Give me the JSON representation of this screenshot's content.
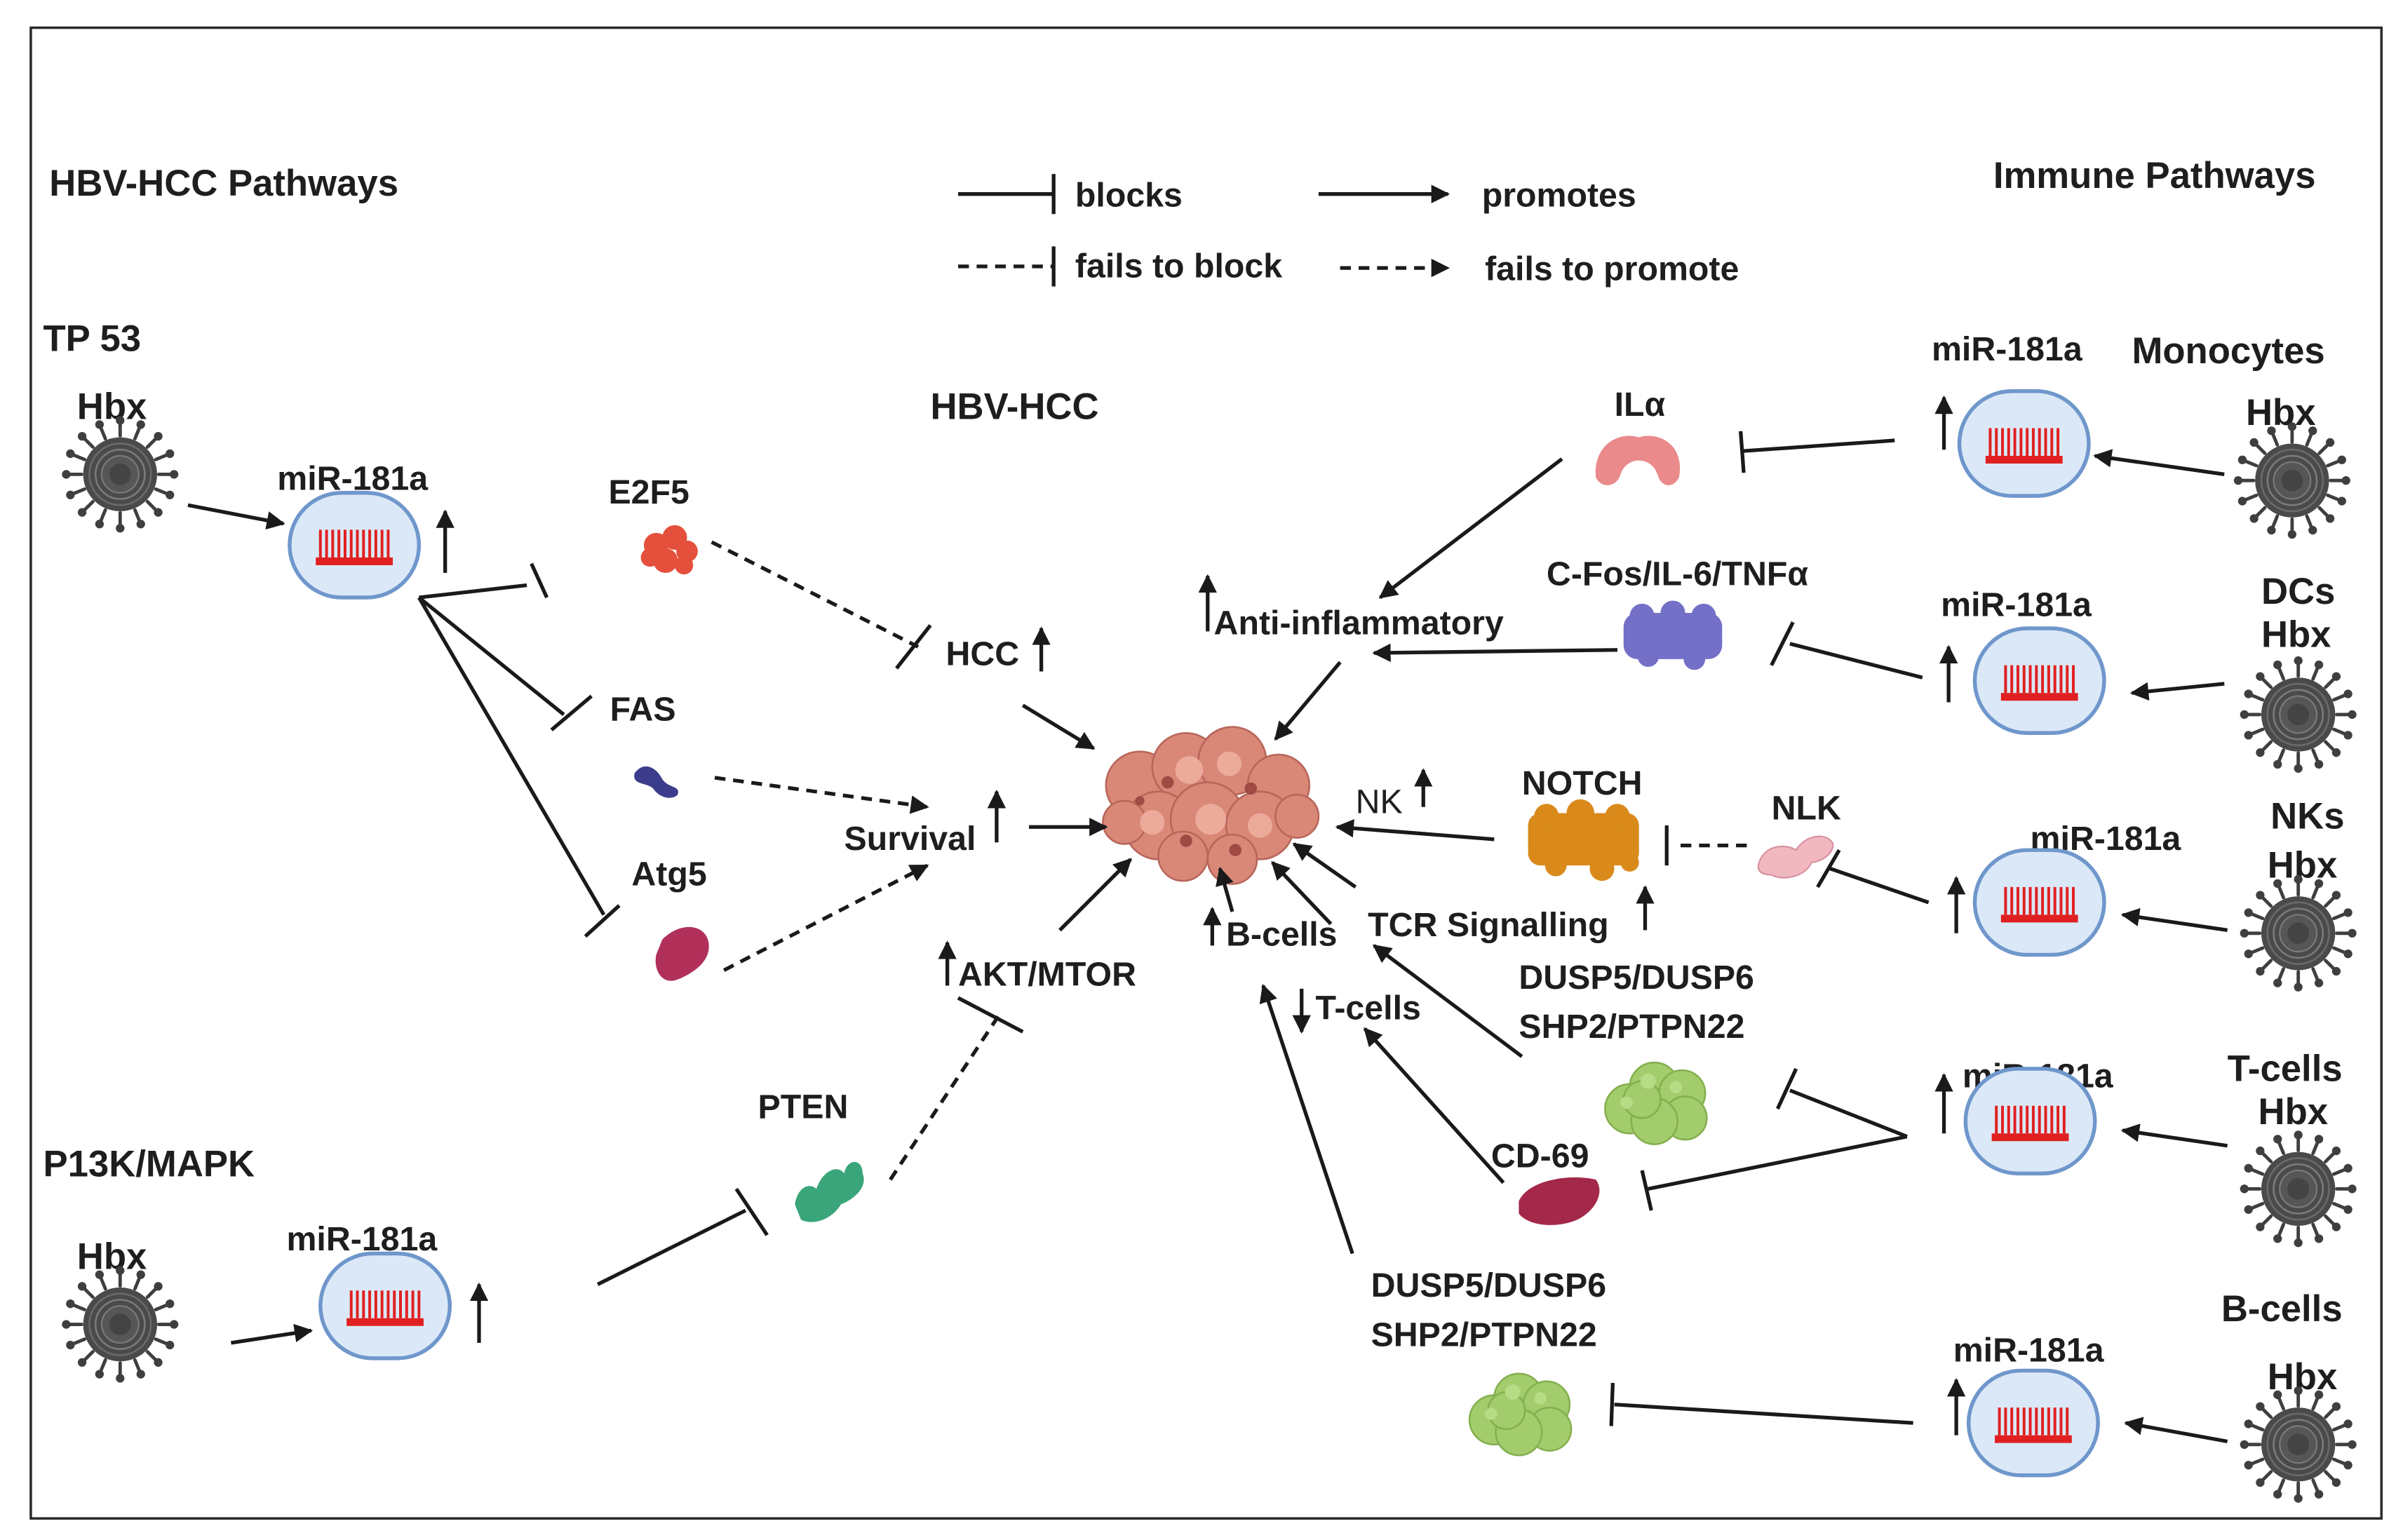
{
  "headers": {
    "left": "HBV-HCC Pathways",
    "right": "Immune Pathways",
    "center": "HBV-HCC"
  },
  "legend": {
    "blocks": "blocks",
    "promotes": "promotes",
    "fails_block": "fails to block",
    "fails_promote": "fails to promote"
  },
  "left": {
    "tp53": "TP 53",
    "hbx1": "Hbx",
    "mir1": "miR-181a",
    "e2f5": "E2F5",
    "fas": "FAS",
    "atg5": "Atg5",
    "p13k": "P13K/MAPK",
    "hbx2": "Hbx",
    "mir2": "miR-181a",
    "pten": "PTEN"
  },
  "center": {
    "hcc": "HCC",
    "survival": "Survival",
    "akt": "AKT/MTOR",
    "anti": "Anti-inflammatory",
    "nk": "NK",
    "bcells": "B-cells",
    "tcells": "T-cells"
  },
  "right": {
    "monocytes": "Monocytes",
    "hbx_mono": "Hbx",
    "mir_mono": "miR-181a",
    "ila": "ILα",
    "dcs": "DCs",
    "hbx_dcs": "Hbx",
    "mir_dcs": "miR-181a",
    "cfos": "C-Fos/IL-6/TNFα",
    "nks": "NKs",
    "hbx_nks": "Hbx",
    "mir_nks": "miR-181a",
    "notch": "NOTCH",
    "nlk": "NLK",
    "tcr": "TCR Signalling",
    "tcells": "T-cells",
    "hbx_t": "Hbx",
    "mir_t": "miR-181a",
    "dusp_t1": "DUSP5/DUSP6",
    "dusp_t2": "SHP2/PTPN22",
    "cd69": "CD-69",
    "bcells": "B-cells",
    "hbx_b": "Hbx",
    "mir_b": "miR-181a",
    "dusp_b1": "DUSP5/DUSP6",
    "dusp_b2": "SHP2/PTPN22"
  },
  "colors": {
    "virus": "#3f3f3f",
    "cell_fill": "#dbe8f7",
    "cell_stroke": "#6f97cc",
    "mirna": "#e02020",
    "e2f5": "#e4503c",
    "fas": "#3c3c8c",
    "atg5": "#b0305a",
    "pten": "#3aa57a",
    "ila": "#ea8a8a",
    "cfos": "#7470c8",
    "notch": "#d98a1a",
    "nlk": "#f2b8c0",
    "green_complex": "#a3cc6c",
    "cd69": "#a4284a",
    "tumor": "#d98878"
  }
}
